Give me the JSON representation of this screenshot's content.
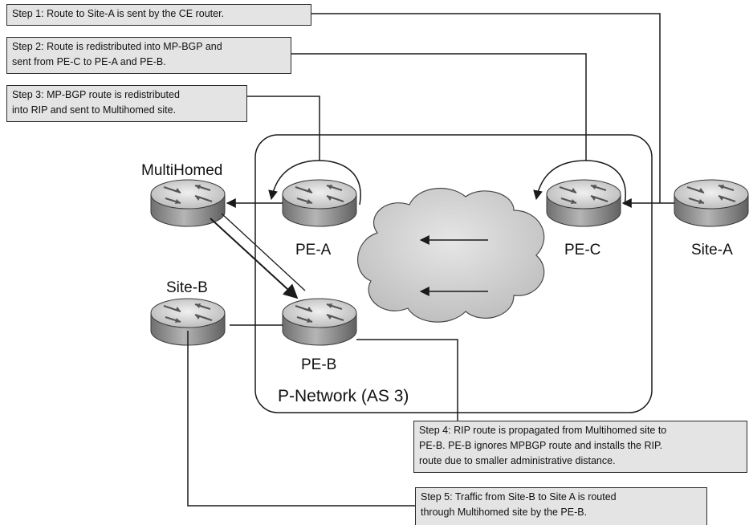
{
  "steps": {
    "step1": {
      "lines": [
        "Step 1: Route to Site-A is sent by the CE router."
      ]
    },
    "step2": {
      "lines": [
        "Step 2: Route is redistributed into MP-BGP and",
        "sent from PE-C to PE-A and PE-B."
      ]
    },
    "step3": {
      "lines": [
        "Step 3: MP-BGP route is redistributed",
        "into RIP and sent to Multihomed site."
      ]
    },
    "step4": {
      "lines": [
        "Step 4: RIP route is propagated from Multihomed site to",
        "PE-B. PE-B ignores MPBGP route and installs the RIP.",
        "route due to smaller administrative distance."
      ]
    },
    "step5": {
      "lines": [
        "Step 5: Traffic from Site-B to Site A is routed",
        "through Multihomed site by the PE-B."
      ]
    }
  },
  "routers": {
    "multihomed": "MultiHomed",
    "site_b": "Site-B",
    "pe_a": "PE-A",
    "pe_b": "PE-B",
    "pe_c": "PE-C",
    "site_a": "Site-A"
  },
  "network": {
    "label": "P-Network (AS 3)"
  },
  "colors": {
    "box_fill": "#e4e4e4",
    "router_top": "#d8d8d8",
    "router_side": "#8a8a8a",
    "cloud": "#cfcfcf",
    "line": "#1a1a1a"
  },
  "icons": {
    "router": "router-icon",
    "cloud": "cloud-icon"
  }
}
